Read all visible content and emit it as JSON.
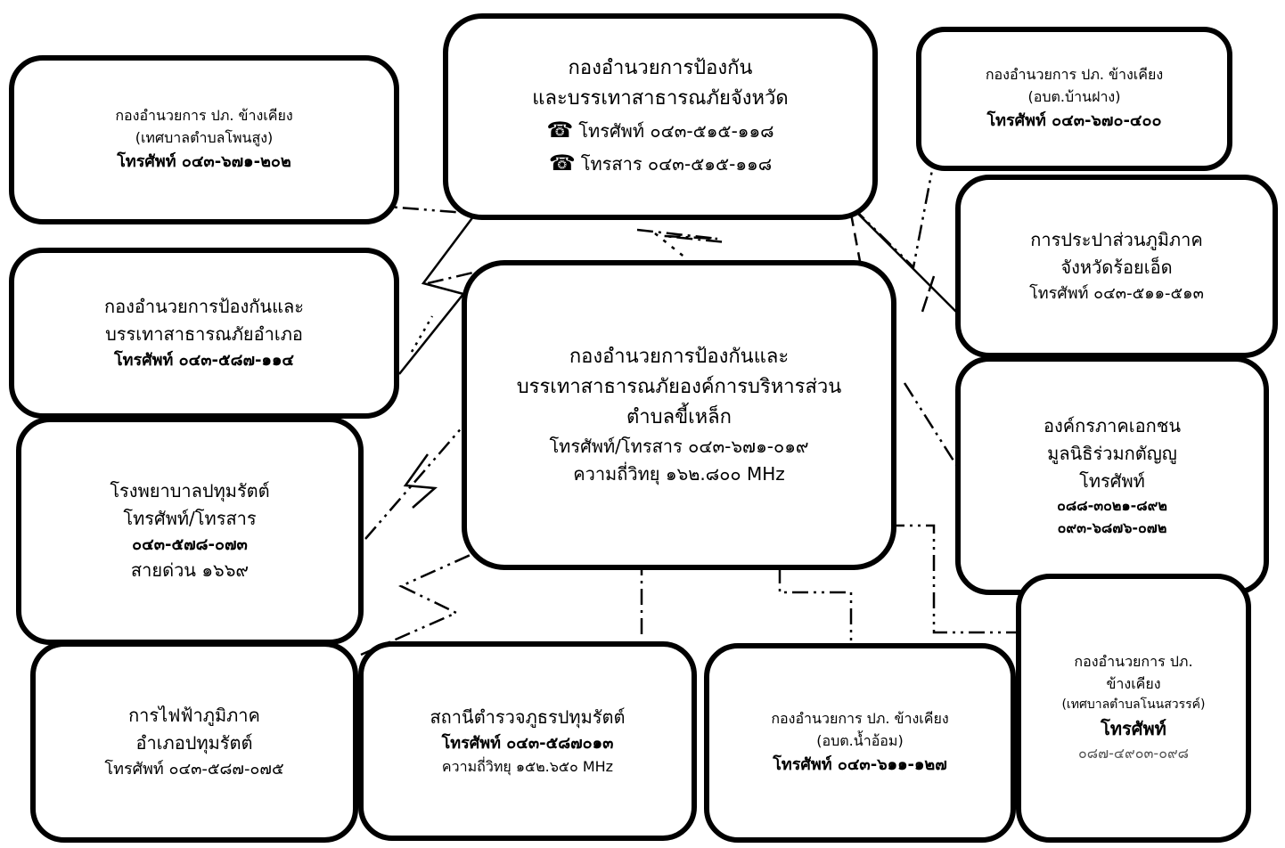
{
  "center": {
    "line1": "กองอำนวยการป้องกันและ",
    "line2": "บรรเทาสาธารณภัยองค์การบริหารส่วน",
    "line3": "ตำบลขี้เหล็ก",
    "phone": "โทรศัพท์/โทรสาร ๐๔๓-๖๗๑-๐๑๙",
    "radio": "ความถี่วิทยุ  ๑๖๒.๘๐๐ MHz"
  },
  "province": {
    "line1": "กองอำนวยการป้องกัน",
    "line2": "และบรรเทาสาธารณภัยจังหวัด",
    "phone": "โทรศัพท์ ๐๔๓-๕๑๕-๑๑๘",
    "fax": "โทรสาร  ๐๔๓-๕๑๕-๑๑๘",
    "icon": "telephone-icon"
  },
  "phonsung": {
    "line1": "กองอำนวยการ ปภ. ข้างเคียง",
    "line2": "(เทศบาลตำบลโพนสูง)",
    "phone": "โทรศัพท์  ๐๔๓-๖๗๑-๒๐๒"
  },
  "banfang": {
    "line1": "กองอำนวยการ ปภ. ข้างเคียง",
    "line2": "(อบต.บ้านฝาง)",
    "phone": "โทรศัพท์  ๐๔๓-๖๗๐-๔๐๐"
  },
  "district": {
    "line1": "กองอำนวยการป้องกันและ",
    "line2": "บรรเทาสาธารณภัยอำเภอ",
    "phone": "โทรศัพท์  ๐๔๓-๕๘๗-๑๑๔"
  },
  "water": {
    "line1": "การประปาส่วนภูมิภาค",
    "line2": "จังหวัดร้อยเอ็ด",
    "phone": "โทรศัพท์ ๐๔๓-๕๑๑-๕๑๓"
  },
  "hospital": {
    "line1": "โรงพยาบาลปทุมรัตต์",
    "line2": "โทรศัพท์/โทรสาร",
    "line3": "๐๔๓-๕๗๘-๐๗๓",
    "line4": "สายด่วน ๑๖๖๙"
  },
  "ngo": {
    "line1": "องค์กรภาคเอกชน",
    "line2": "มูลนิธิร่วมกตัญญู",
    "line3": "โทรศัพท์",
    "line4": "๐๘๘-๓๐๒๑-๘๙๒",
    "line5": "๐๙๓-๖๘๗๖-๐๗๒"
  },
  "electric": {
    "line1": "การไฟฟ้าภูมิภาค",
    "line2": "อำเภอปทุมรัตต์",
    "phone": "โทรศัพท์ ๐๔๓-๕๘๗-๐๗๕"
  },
  "police": {
    "line1": "สถานีตำรวจภูธรปทุมรัตต์",
    "phone": "โทรศัพท์ ๐๔๓-๕๘๗๐๑๓",
    "radio": "ความถี่วิทยุ  ๑๕๒.๖๕๐ MHz"
  },
  "namom": {
    "line1": "กองอำนวยการ ปภ. ข้างเคียง",
    "line2": "(อบต.น้ำอ้อม)",
    "phone": "โทรศัพท์  ๐๔๓-๖๑๑-๑๒๗"
  },
  "nonsawan": {
    "line1": "กองอำนวยการ ปภ.",
    "line2": "ข้างเคียง",
    "line3": "(เทศบาลตำบลโนนสวรรค์)",
    "line4": "โทรศัพท์",
    "line5": "๐๘๗-๔๙๐๓-๐๙๘"
  }
}
